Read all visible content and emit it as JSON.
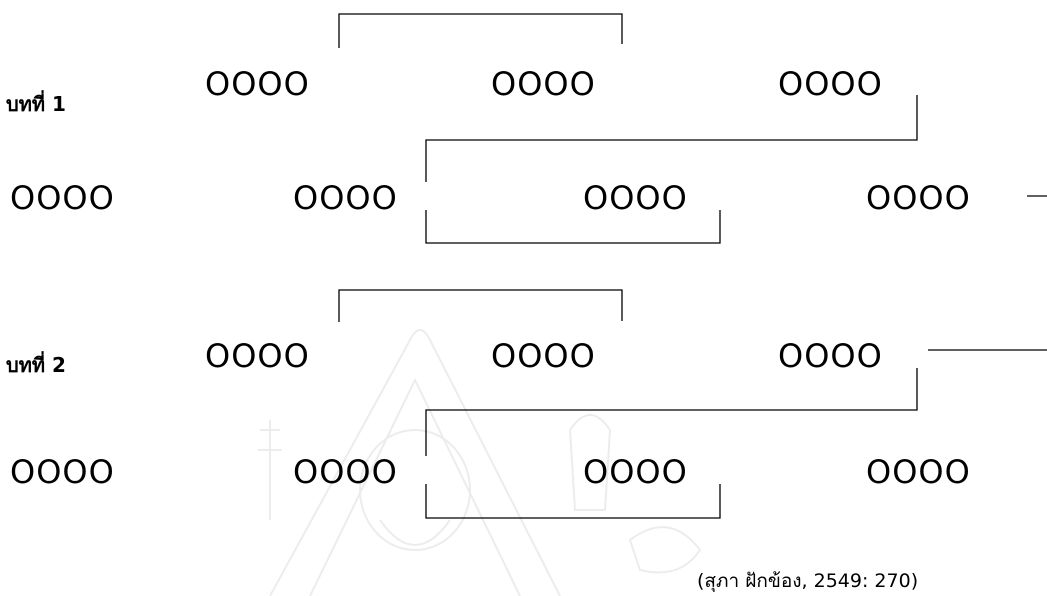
{
  "stanzas": [
    {
      "label": "บทที่ 1",
      "line1": [
        "OOOO",
        "OOOO",
        "OOOO"
      ],
      "line2": [
        "OOOO",
        "OOOO",
        "OOOO",
        "OOOO"
      ]
    },
    {
      "label": "บทที่ 2",
      "line1": [
        "OOOO",
        "OOOO",
        "OOOO"
      ],
      "line2": [
        "OOOO",
        "OOOO",
        "OOOO",
        "OOOO"
      ]
    }
  ],
  "citation": "(สุภา ฝักข้อง, 2549: 270)",
  "watermark": {
    "icon": "ganesha-emblem-icon",
    "color": "#cccccc"
  }
}
